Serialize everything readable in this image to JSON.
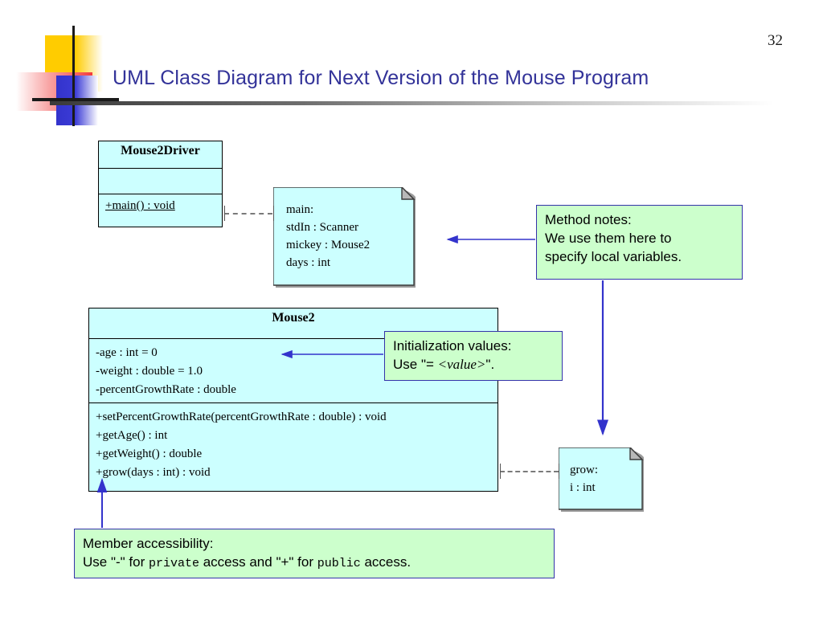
{
  "slide": {
    "page_number": "32",
    "title": "UML Class Diagram for Next Version of the Mouse Program",
    "title_color": "#333399",
    "class_fill": "#ccffff",
    "note_fill": "#ccffff",
    "callout_fill": "#ccffcc",
    "callout_border": "#3333aa",
    "arrow_color": "#3333cc",
    "dashed_color": "#7a7a7a"
  },
  "classes": [
    {
      "name": "Mouse2Driver",
      "attributes": [],
      "operations": [
        {
          "text": "+main() : void",
          "underlined": true
        }
      ]
    },
    {
      "name": "Mouse2",
      "attributes": [
        {
          "text": "-age : int = 0"
        },
        {
          "text": "-weight : double = 1.0"
        },
        {
          "text": "-percentGrowthRate : double"
        }
      ],
      "operations": [
        {
          "text": "+setPercentGrowthRate(percentGrowthRate : double) : void",
          "underlined": false
        },
        {
          "text": "+getAge() : int",
          "underlined": false
        },
        {
          "text": "+getWeight() : double",
          "underlined": false
        },
        {
          "text": "+grow(days : int) : void",
          "underlined": false
        }
      ]
    }
  ],
  "notes": [
    {
      "id": "main-note",
      "lines": [
        "main:",
        "stdIn : Scanner",
        "mickey : Mouse2",
        "days : int"
      ]
    },
    {
      "id": "grow-note",
      "lines": [
        "grow:",
        "i : int"
      ]
    }
  ],
  "callouts": [
    {
      "id": "method-notes",
      "line1": "Method notes:",
      "line2": "We use them here to",
      "line3": "specify local variables."
    },
    {
      "id": "initialization-values",
      "line1": "Initialization values:",
      "line2_prefix": "Use \"= ",
      "line2_value": "<value>",
      "line2_suffix": "\"."
    },
    {
      "id": "member-accessibility",
      "line1": "Member accessibility:",
      "line2_a": "Use \"-\" for ",
      "line2_private": "private",
      "line2_b": " access and \"+\" for ",
      "line2_public": "public",
      "line2_c": " access."
    }
  ]
}
